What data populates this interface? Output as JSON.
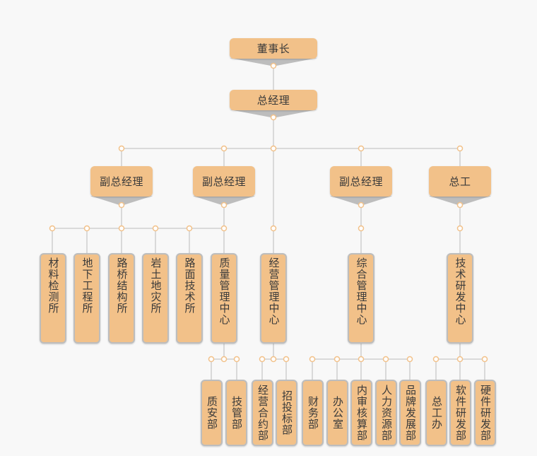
{
  "colors": {
    "box": "#f2c189",
    "line": "#cfcfcf",
    "tail": "#bdbdbd",
    "dot": "#f2c189"
  },
  "nodes": {
    "chairman": "董事长",
    "gm": "总经理",
    "vgm1": "副总经理",
    "vgm2": "副总经理",
    "vgm3": "副总经理",
    "chief_engineer": "总工",
    "material": "材料检测所",
    "underground": "地下工程所",
    "bridge": "路桥结构所",
    "geology": "岩土地灾所",
    "pavement": "路面技术所",
    "quality": "质量管理中心",
    "business": "经营管理中心",
    "general": "综合管理中心",
    "rnd": "技术研发中心",
    "safety": "质安部",
    "tech_mgmt": "技管部",
    "contract": "经营合约部",
    "bidding": "招投标部",
    "finance": "财务部",
    "office": "办公室",
    "audit": "内审核算部",
    "hr": "人力资源部",
    "brand": "品牌发展部",
    "eng_office": "总工办",
    "software": "软件研发部",
    "hardware": "硬件研发部"
  }
}
